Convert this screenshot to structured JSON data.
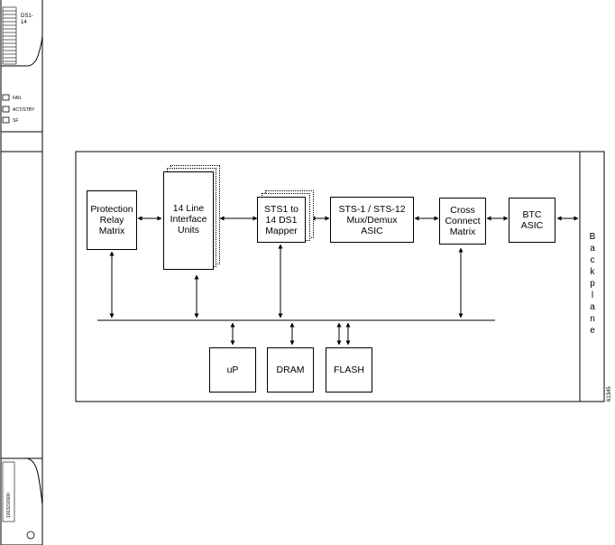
{
  "card": {
    "name": "DS1-\n14",
    "leds": [
      {
        "label": "FAIL"
      },
      {
        "label": "ACT/STBY"
      },
      {
        "label": "SF"
      }
    ],
    "barcode": "1003210000"
  },
  "diagram": {
    "blocks": {
      "protection_relay": "Protection\nRelay\nMatrix",
      "line_interface": "14 Line\nInterface\nUnits",
      "sts1_mapper": "STS1 to\n14 DS1\nMapper",
      "mux_demux": "STS-1 / STS-12\nMux/Demux\nASIC",
      "cross_connect": "Cross\nConnect\nMatrix",
      "btc_asic": "BTC\nASIC",
      "up": "uP",
      "dram": "DRAM",
      "flash": "FLASH"
    },
    "backplane": "B\na\nc\nk\np\nl\na\nn\ne",
    "figure_id": "61345"
  }
}
